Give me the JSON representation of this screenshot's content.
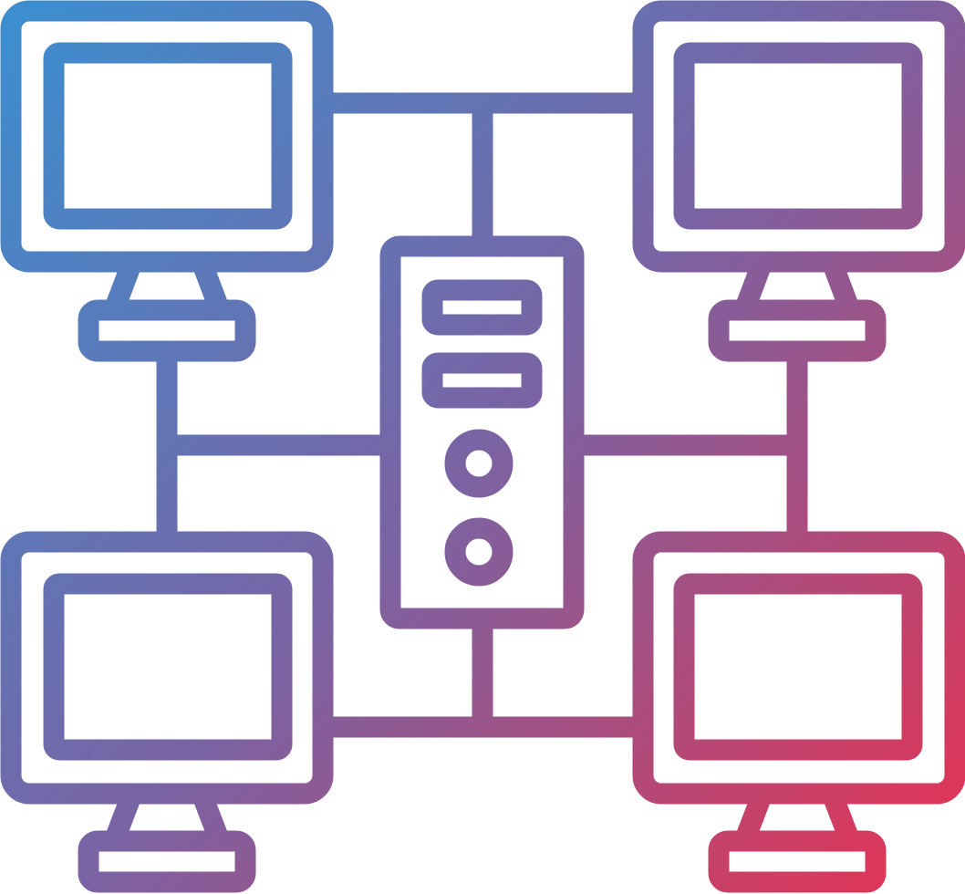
{
  "icon": {
    "name": "network-server-computers-icon",
    "style": "outline-gradient",
    "gradient": {
      "start_color": "#3B8FD0",
      "mid_color": "#7A63A3",
      "end_color": "#E8314F"
    },
    "background": "#FFFFFF",
    "parts": {
      "computers": [
        "computer-top-left",
        "computer-top-right",
        "computer-bottom-left",
        "computer-bottom-right"
      ],
      "server": "server-tower",
      "server_slots": 2,
      "server_buttons": 2
    }
  }
}
